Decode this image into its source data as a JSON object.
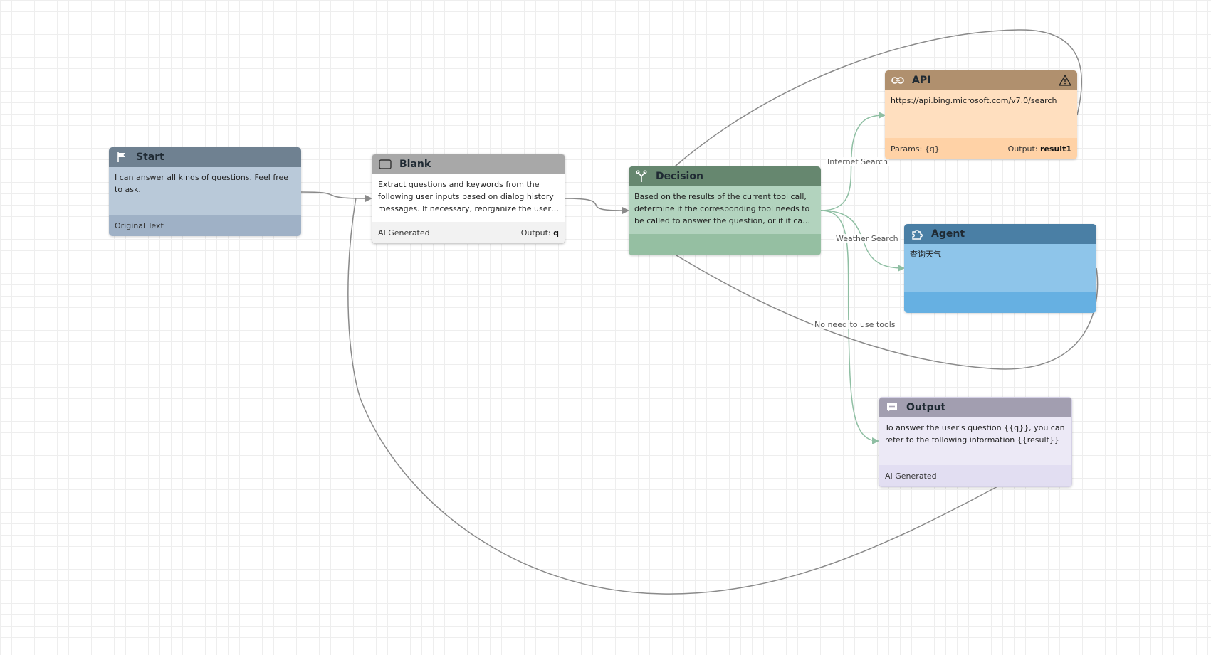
{
  "nodes": {
    "start": {
      "title": "Start",
      "icon": "flag-icon",
      "body": "I can answer all kinds of questions. Feel free to ask.",
      "footer_left": "Original Text"
    },
    "blank": {
      "title": "Blank",
      "icon": "square-icon",
      "body": "Extract questions and keywords from the following user inputs based on dialog history messages. If necessary, reorganize the user's question so that it i...",
      "footer_left": "AI Generated",
      "output_label": "Output:",
      "output_value": "q"
    },
    "decision": {
      "title": "Decision",
      "icon": "branch-icon",
      "body": "Based on the results of the current tool call, determine if the corresponding tool needs to be called to answer the question, or if it can be..."
    },
    "api": {
      "title": "API",
      "icon": "link-icon",
      "warning_icon": "warning-icon",
      "body": "https://api.bing.microsoft.com/v7.0/search",
      "footer_left": "Params: {q}",
      "output_label": "Output:",
      "output_value": "result1"
    },
    "agent": {
      "title": "Agent",
      "icon": "puzzle-icon",
      "body": "查询天气"
    },
    "output": {
      "title": "Output",
      "icon": "chat-bubble-icon",
      "body": "To answer the user's question {{q}}, you can refer to the following information {{result}}",
      "footer_left": "AI Generated"
    }
  },
  "edge_labels": {
    "internet_search": "Internet Search",
    "weather_search": "Weather Search",
    "no_tools": "No need to use tools"
  },
  "colors": {
    "edge_gray": "#8a8a8a",
    "edge_green": "#8fbfa3"
  }
}
